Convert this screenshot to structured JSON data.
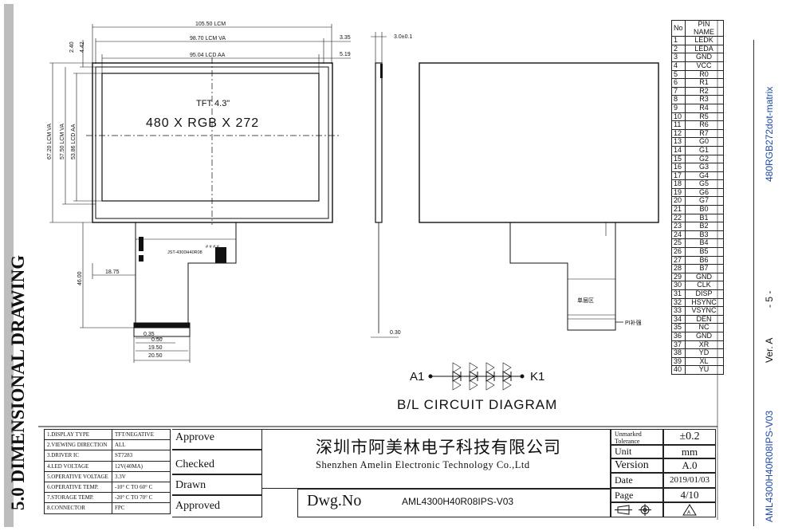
{
  "section": {
    "title": "5.0  DIMENSIONAL DRAWING"
  },
  "right_margin": {
    "model": "AML4300H40R08IPS-V03",
    "version": "Ver. A",
    "page": "- 5 -",
    "resolution": "480RGB272dot-matrix"
  },
  "drawing": {
    "tft_label": "TFT 4.3\"",
    "resolution_label": "480 X RGB X 272",
    "fpc_label": "JST-4300H40R08",
    "fpc_marks": "# # # #",
    "single_layer": "单层区",
    "pi_label": "PI补强",
    "dims": {
      "lcm_w": "105.50 LCM",
      "va_w": "98.70 LCM VA",
      "aa_w": "95.04 LCD AA",
      "va_gap": "3.35",
      "aa_gap": "5.19",
      "top1": "2.40",
      "top2": "4.42",
      "lcm_h": "67.20 LCM VA",
      "va_h": "57.50 LCM VA",
      "aa_h": "53.86 LCD AA",
      "fpc_h": "46.00",
      "fpc_off": "18.75",
      "pitch": "0.35",
      "pad": "0.50",
      "w1": "19.50",
      "w2": "20.50",
      "thick": "3.0±0.1",
      "fpc_t": "0.30"
    },
    "backlight": {
      "a": "A1",
      "k": "K1",
      "caption": "B/L CIRCUIT DIAGRAM"
    }
  },
  "pins": {
    "header_no": "No",
    "header_name": "PIN NAME",
    "rows": [
      [
        "1",
        "LEDK"
      ],
      [
        "2",
        "LEDA"
      ],
      [
        "3",
        "GND"
      ],
      [
        "4",
        "VCC"
      ],
      [
        "5",
        "R0"
      ],
      [
        "6",
        "R1"
      ],
      [
        "7",
        "R2"
      ],
      [
        "8",
        "R3"
      ],
      [
        "9",
        "R4"
      ],
      [
        "10",
        "R5"
      ],
      [
        "11",
        "R6"
      ],
      [
        "12",
        "R7"
      ],
      [
        "13",
        "G0"
      ],
      [
        "14",
        "G1"
      ],
      [
        "15",
        "G2"
      ],
      [
        "16",
        "G3"
      ],
      [
        "17",
        "G4"
      ],
      [
        "18",
        "G5"
      ],
      [
        "19",
        "G6"
      ],
      [
        "20",
        "G7"
      ],
      [
        "21",
        "B0"
      ],
      [
        "22",
        "B1"
      ],
      [
        "23",
        "B2"
      ],
      [
        "24",
        "B3"
      ],
      [
        "25",
        "B4"
      ],
      [
        "26",
        "B5"
      ],
      [
        "27",
        "B6"
      ],
      [
        "28",
        "B7"
      ],
      [
        "29",
        "GND"
      ],
      [
        "30",
        "CLK"
      ],
      [
        "31",
        "DISP"
      ],
      [
        "32",
        "HSYNC"
      ],
      [
        "33",
        "VSYNC"
      ],
      [
        "34",
        "DEN"
      ],
      [
        "35",
        "NC"
      ],
      [
        "36",
        "GND"
      ],
      [
        "37",
        "XR"
      ],
      [
        "38",
        "YD"
      ],
      [
        "39",
        "XL"
      ],
      [
        "40",
        "YU"
      ]
    ]
  },
  "specs": [
    [
      "1.DISPLAY TYPE",
      "TFT/NEGATIVE"
    ],
    [
      "2.VIEWING DIRECTION",
      "ALL"
    ],
    [
      "3.DRIVER IC",
      "ST7283"
    ],
    [
      "4.LED VOLTAGE",
      "12V(40MA)"
    ],
    [
      "5.OPERATIVE VOLTAGE",
      "3.3V"
    ],
    [
      "6.OPERATIVE TEMP.",
      "-10° C TO 60° C"
    ],
    [
      "7.STORAGE TEMP.",
      "-20° C TO 70° C"
    ],
    [
      "8.CONNECTOR",
      "FPC"
    ]
  ],
  "signoff": {
    "approve": "Approve",
    "checked": "Checked",
    "drawn": "Drawn",
    "approved": "Approved"
  },
  "company": {
    "cn": "深圳市阿美林电子科技有限公司",
    "en": "Shenzhen Amelin Electronic Technology Co.,Ltd"
  },
  "dwg": {
    "label": "Dwg.No",
    "value": "AML4300H40R08IPS-V03"
  },
  "meta": {
    "tolerance_label": "Unmarked Tolerance",
    "tolerance": "±0.2",
    "unit_label": "Unit",
    "unit": "mm",
    "version_label": "Version",
    "version": "A.0",
    "date_label": "Date",
    "date": "2019/01/03",
    "page_label": "Page",
    "page": "4/10"
  }
}
